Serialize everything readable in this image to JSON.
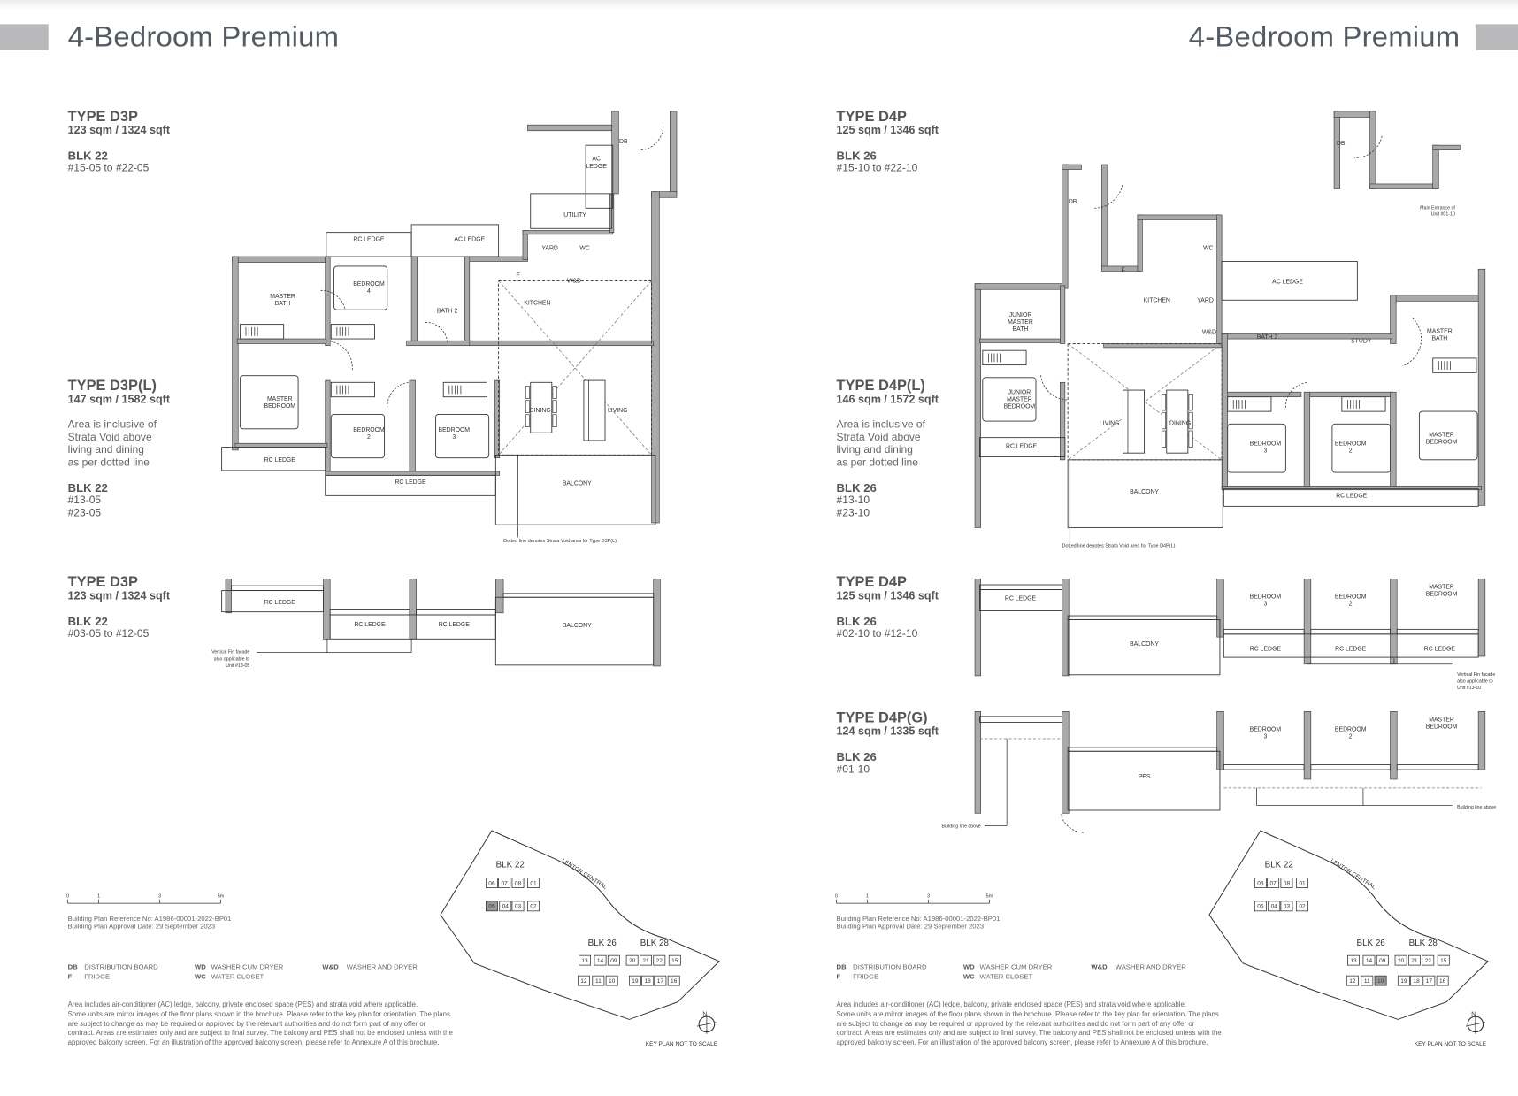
{
  "left": {
    "title": "4-Bedroom Premium",
    "blocks": [
      {
        "type": "TYPE D3P",
        "area": "123 sqm / 1324 sqft",
        "blk": "BLK 22",
        "units": [
          "#15-05 to #22-05"
        ]
      },
      {
        "type": "TYPE D3P(L)",
        "area": "147 sqm / 1582 sqft",
        "note": [
          "Area is inclusive of",
          "Strata Void above",
          "living and dining",
          "as per dotted line"
        ],
        "blk": "BLK 22",
        "units": [
          "#13-05",
          "#23-05"
        ]
      },
      {
        "type": "TYPE D3P",
        "area": "123 sqm / 1324 sqft",
        "blk": "BLK 22",
        "units": [
          "#03-05 to #12-05"
        ]
      }
    ],
    "main_rooms": [
      [
        "AC",
        "LEDGE"
      ],
      [
        "UTILITY"
      ],
      [
        "YARD"
      ],
      [
        "WC"
      ],
      [
        "RC LEDGE"
      ],
      [
        "AC LEDGE"
      ],
      [
        "F"
      ],
      [
        "W&D"
      ],
      [
        "MASTER",
        "BATH"
      ],
      [
        "BEDROOM",
        "4"
      ],
      [
        "BATH 2"
      ],
      [
        "KITCHEN"
      ],
      [
        "MASTER",
        "BEDROOM"
      ],
      [
        "BEDROOM",
        "2"
      ],
      [
        "BEDROOM",
        "3"
      ],
      [
        "DINING"
      ],
      [
        "LIVING"
      ],
      [
        "RC LEDGE"
      ],
      [
        "RC LEDGE"
      ],
      [
        "BALCONY"
      ],
      [
        "DB"
      ]
    ],
    "main_note": "Dotted line denotes Strata Void area for Type D3P(L)",
    "lower_rooms": [
      [
        "RC LEDGE"
      ],
      [
        "RC LEDGE"
      ],
      [
        "RC LEDGE"
      ],
      [
        "BALCONY"
      ]
    ],
    "lower_note": [
      "Vertical Fin facade",
      "also applicable to",
      "Unit #13-05"
    ],
    "keyplan_highlight": "05"
  },
  "right": {
    "title": "4-Bedroom Premium",
    "blocks": [
      {
        "type": "TYPE D4P",
        "area": "125 sqm / 1346 sqft",
        "blk": "BLK 26",
        "units": [
          "#15-10 to #22-10"
        ]
      },
      {
        "type": "TYPE D4P(L)",
        "area": "146 sqm / 1572 sqft",
        "note": [
          "Area is inclusive of",
          "Strata Void above",
          "living and dining",
          "as per dotted line"
        ],
        "blk": "BLK 26",
        "units": [
          "#13-10",
          "#23-10"
        ]
      },
      {
        "type": "TYPE D4P",
        "area": "125 sqm / 1346 sqft",
        "blk": "BLK 26",
        "units": [
          "#02-10 to #12-10"
        ]
      },
      {
        "type": "TYPE D4P(G)",
        "area": "124 sqm / 1335 sqft",
        "blk": "BLK 26",
        "units": [
          "#01-10"
        ]
      }
    ],
    "main_rooms": [
      [
        "DB"
      ],
      [
        "F"
      ],
      [
        "KITCHEN"
      ],
      [
        "YARD"
      ],
      [
        "WC"
      ],
      [
        "AC LEDGE"
      ],
      [
        "JUNIOR",
        "MASTER",
        "BATH"
      ],
      [
        "BATH 2"
      ],
      [
        "STUDY"
      ],
      [
        "MASTER",
        "BATH"
      ],
      [
        "JUNIOR",
        "MASTER",
        "BEDROOM"
      ],
      [
        "LIVING"
      ],
      [
        "DINING"
      ],
      [
        "BEDROOM",
        "3"
      ],
      [
        "BEDROOM",
        "2"
      ],
      [
        "MASTER",
        "BEDROOM"
      ],
      [
        "RC LEDGE"
      ],
      [
        "BALCONY"
      ],
      [
        "RC LEDGE"
      ],
      [
        "W&D"
      ],
      [
        "DB"
      ]
    ],
    "entrance_note": [
      "Main Entrance of",
      "Unit #01-10"
    ],
    "main_note": "Dotted line denotes Strata Void area for Type D4P(L)",
    "lower_rooms": [
      [
        "RC LEDGE"
      ],
      [
        "BALCONY"
      ],
      [
        "BEDROOM",
        "3"
      ],
      [
        "BEDROOM",
        "2"
      ],
      [
        "MASTER",
        "BEDROOM"
      ],
      [
        "RC LEDGE"
      ],
      [
        "RC LEDGE"
      ],
      [
        "RC LEDGE"
      ]
    ],
    "lower_note": [
      "Vertical Fin facade",
      "also applicable to",
      "Unit #13-10"
    ],
    "ground_rooms": [
      [
        "BEDROOM",
        "3"
      ],
      [
        "BEDROOM",
        "2"
      ],
      [
        "MASTER",
        "BEDROOM"
      ],
      [
        "PES"
      ]
    ],
    "ground_notes": [
      "Building line above",
      "Building line above"
    ],
    "keyplan_highlight": "10"
  },
  "footer": {
    "scale_labels": [
      "0",
      "1",
      "3",
      "5m"
    ],
    "bp_ref": "Building Plan Reference No: A1986-00001-2022-BP01",
    "bp_date": "Building Plan Approval Date: 29 September 2023",
    "legend": [
      {
        "code": "DB",
        "label": "DISTRIBUTION BOARD"
      },
      {
        "code": "WD",
        "label": "WASHER CUM DRYER"
      },
      {
        "code": "W&D",
        "label": "WASHER AND DRYER"
      },
      {
        "code": "F",
        "label": "FRIDGE"
      },
      {
        "code": "WC",
        "label": "WATER CLOSET"
      }
    ],
    "disclaimer": [
      "Area includes air-conditioner (AC) ledge, balcony, private enclosed space (PES) and strata void where applicable.",
      "Some units are mirror images of the floor plans shown in the brochure. Please refer to the key plan for orientation. The plans",
      "are subject to change as may be required or approved by the relevant authorities and do not form part of any offer or",
      "contract. Areas are estimates only and are subject to final survey. The balcony and PES shall not be enclosed unless with the",
      "approved balcony screen. For an illustration of the approved balcony screen, please refer to Annexure A of this brochure."
    ],
    "keyplan": {
      "blk22": "BLK 22",
      "blk26": "BLK 26",
      "blk28": "BLK 28",
      "road": "LENTOR CENTRAL",
      "blk22_top": [
        "06",
        "07",
        "08",
        "01"
      ],
      "blk22_bottom": [
        "05",
        "04",
        "03",
        "02"
      ],
      "blk2628_top": [
        "13",
        "14",
        "09",
        "20",
        "21",
        "22",
        "15"
      ],
      "blk2628_bottom": [
        "12",
        "11",
        "10",
        "19",
        "18",
        "17",
        "16"
      ],
      "north": "N",
      "caption": "KEY PLAN NOT TO SCALE"
    }
  }
}
